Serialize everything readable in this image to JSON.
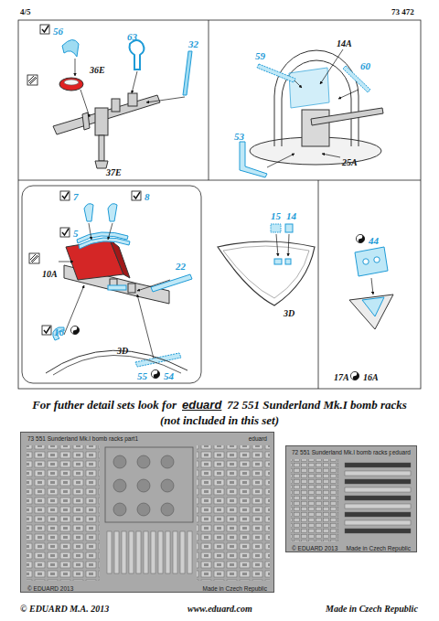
{
  "diagram": {
    "nodes": [
      {
        "text": [
          "73 551 Sunderland Mk.I bomb racks part1",
          "eduard",
          "© EDUARD 2013",
          "Made in Czech Republic"
        ]
      },
      {
        "text": [
          "72 551 Sunderland Mk.I bomb racks part2",
          "eduard",
          "© EDUARD 2013",
          "Made in Czech Republic"
        ]
      }
    ],
    "edges": [],
    "labels": [
      "4/5",
      "73 472",
      "56",
      "63",
      "32",
      "36E",
      "37E",
      "59",
      "14A",
      "60",
      "53",
      "25A",
      "7",
      "8",
      "5",
      "10A",
      "22",
      "16",
      "3D",
      "55",
      "54",
      "15",
      "14",
      "3D",
      "44",
      "17A",
      "16A",
      "For futher detail sets look for",
      "eduard",
      "72 551 Sunderland Mk.I bomb racks",
      "(not included in this set)",
      "© EDUARD  M.A. 2013",
      "www.eduard.com",
      "Made in Czech Republic"
    ]
  }
}
